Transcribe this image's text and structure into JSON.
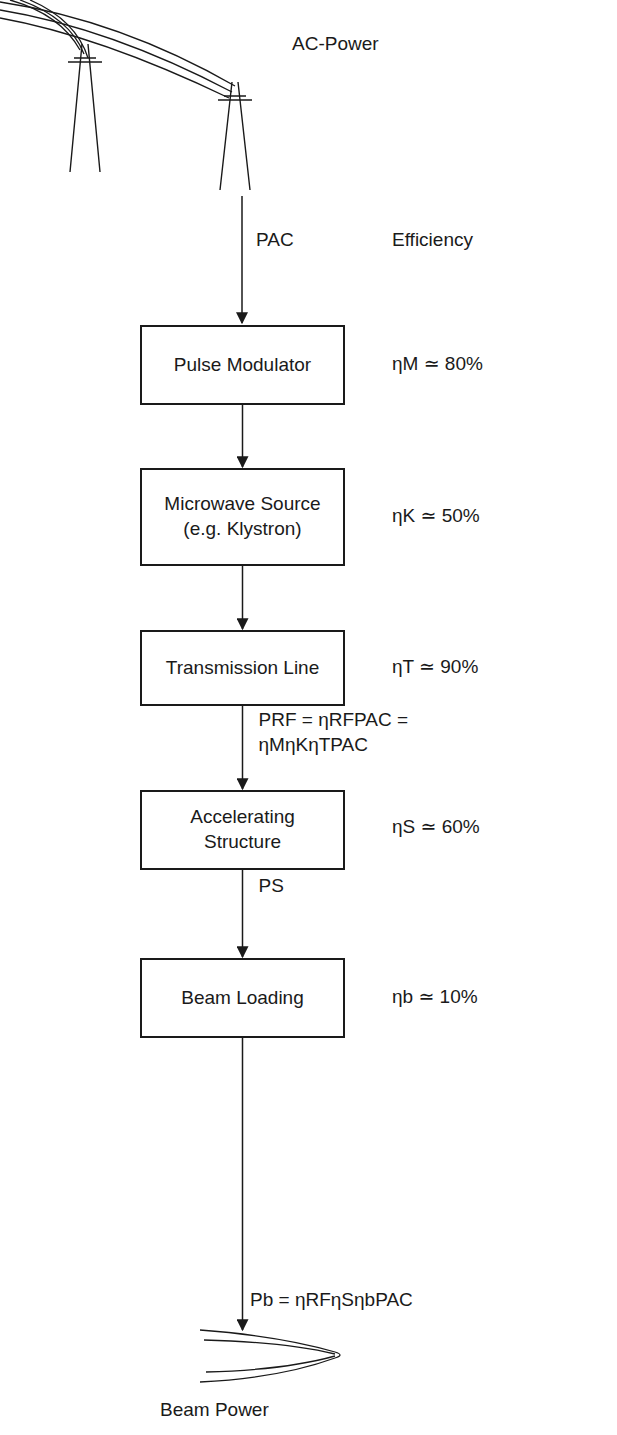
{
  "diagram": {
    "nodes": [
      {
        "text": [
          "Pulse Modulator"
        ]
      },
      {
        "text": [
          "Microwave Source (e.g. Klystron)"
        ]
      },
      {
        "text": [
          "Transmission Line"
        ]
      },
      {
        "text": [
          "Accelerating Structure"
        ]
      },
      {
        "text": [
          "Beam Loading"
        ]
      }
    ],
    "edges": [
      {
        "from": 0,
        "to": 1,
        "arrow": "to"
      },
      {
        "from": 1,
        "to": 2,
        "arrow": "to"
      },
      {
        "from": 2,
        "to": 3,
        "arrow": "to",
        "label": "PRF = ηRFPAC = ηMηKηTPAC"
      },
      {
        "from": 3,
        "to": 4,
        "arrow": "to",
        "label": "PS"
      }
    ],
    "labels": [
      "AC-Power",
      "PAC",
      "Efficiency",
      "ηM ≃ 80%",
      "ηK ≃ 50%",
      "ηT ≃ 90%",
      "ηS ≃ 60%",
      "ηb ≃ 10%",
      "Pb = ηRFηSηbPAC",
      "Beam Power"
    ]
  }
}
